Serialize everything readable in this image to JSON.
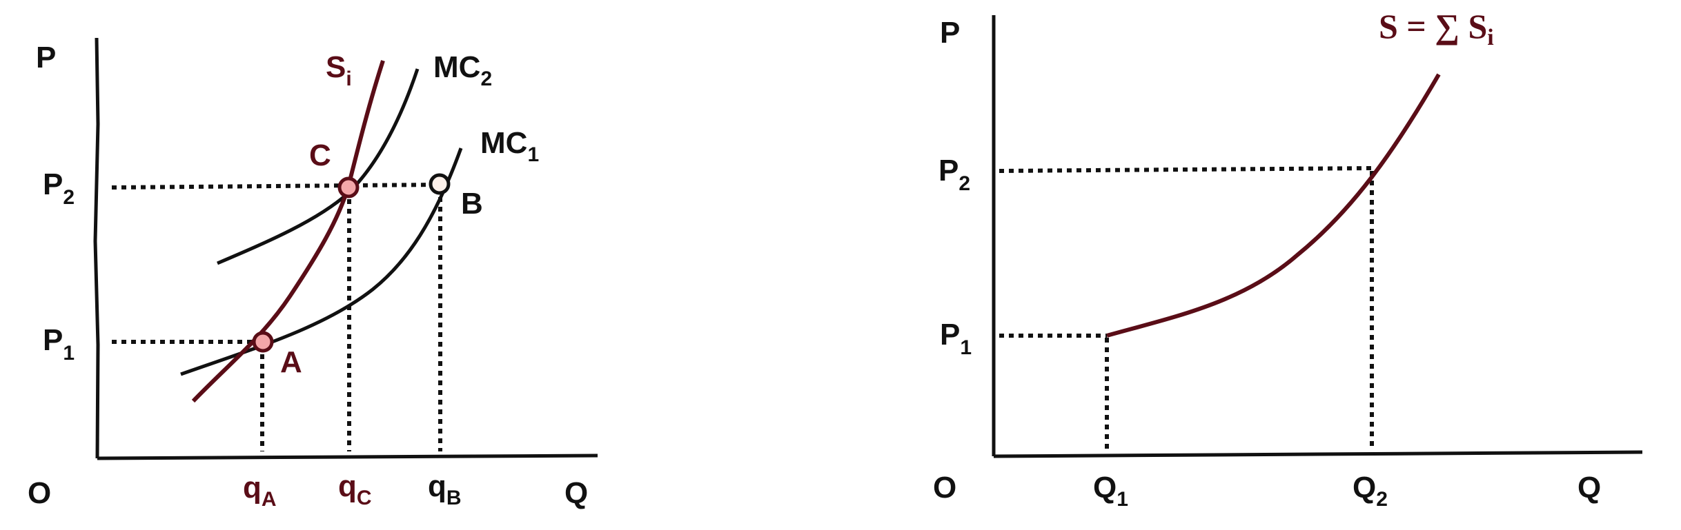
{
  "colors": {
    "ink": "#111111",
    "supply": "#5a0d17",
    "point_fill_red": "#f4a7a9",
    "point_fill_open": "#fdf1ea"
  },
  "left_panel": {
    "y_axis": "P",
    "x_axis": "Q",
    "origin": "O",
    "price_ticks": [
      {
        "base": "P",
        "sub": "1"
      },
      {
        "base": "P",
        "sub": "2"
      }
    ],
    "quantity_ticks": [
      {
        "base": "q",
        "sub": "A"
      },
      {
        "base": "q",
        "sub": "C"
      },
      {
        "base": "q",
        "sub": "B"
      }
    ],
    "curves": {
      "supply": {
        "base": "S",
        "sub": "i"
      },
      "mc2": {
        "base": "MC",
        "sub": "2"
      },
      "mc1": {
        "base": "MC",
        "sub": "1"
      }
    },
    "points": {
      "a": "A",
      "b": "B",
      "c": "C"
    }
  },
  "right_panel": {
    "y_axis": "P",
    "x_axis": "Q",
    "origin": "O",
    "price_ticks": [
      {
        "base": "P",
        "sub": "1"
      },
      {
        "base": "P",
        "sub": "2"
      }
    ],
    "quantity_ticks": [
      {
        "base": "Q",
        "sub": "1"
      },
      {
        "base": "Q",
        "sub": "2"
      }
    ],
    "curve": {
      "main": "S = ∑ S",
      "sub": "i"
    }
  }
}
